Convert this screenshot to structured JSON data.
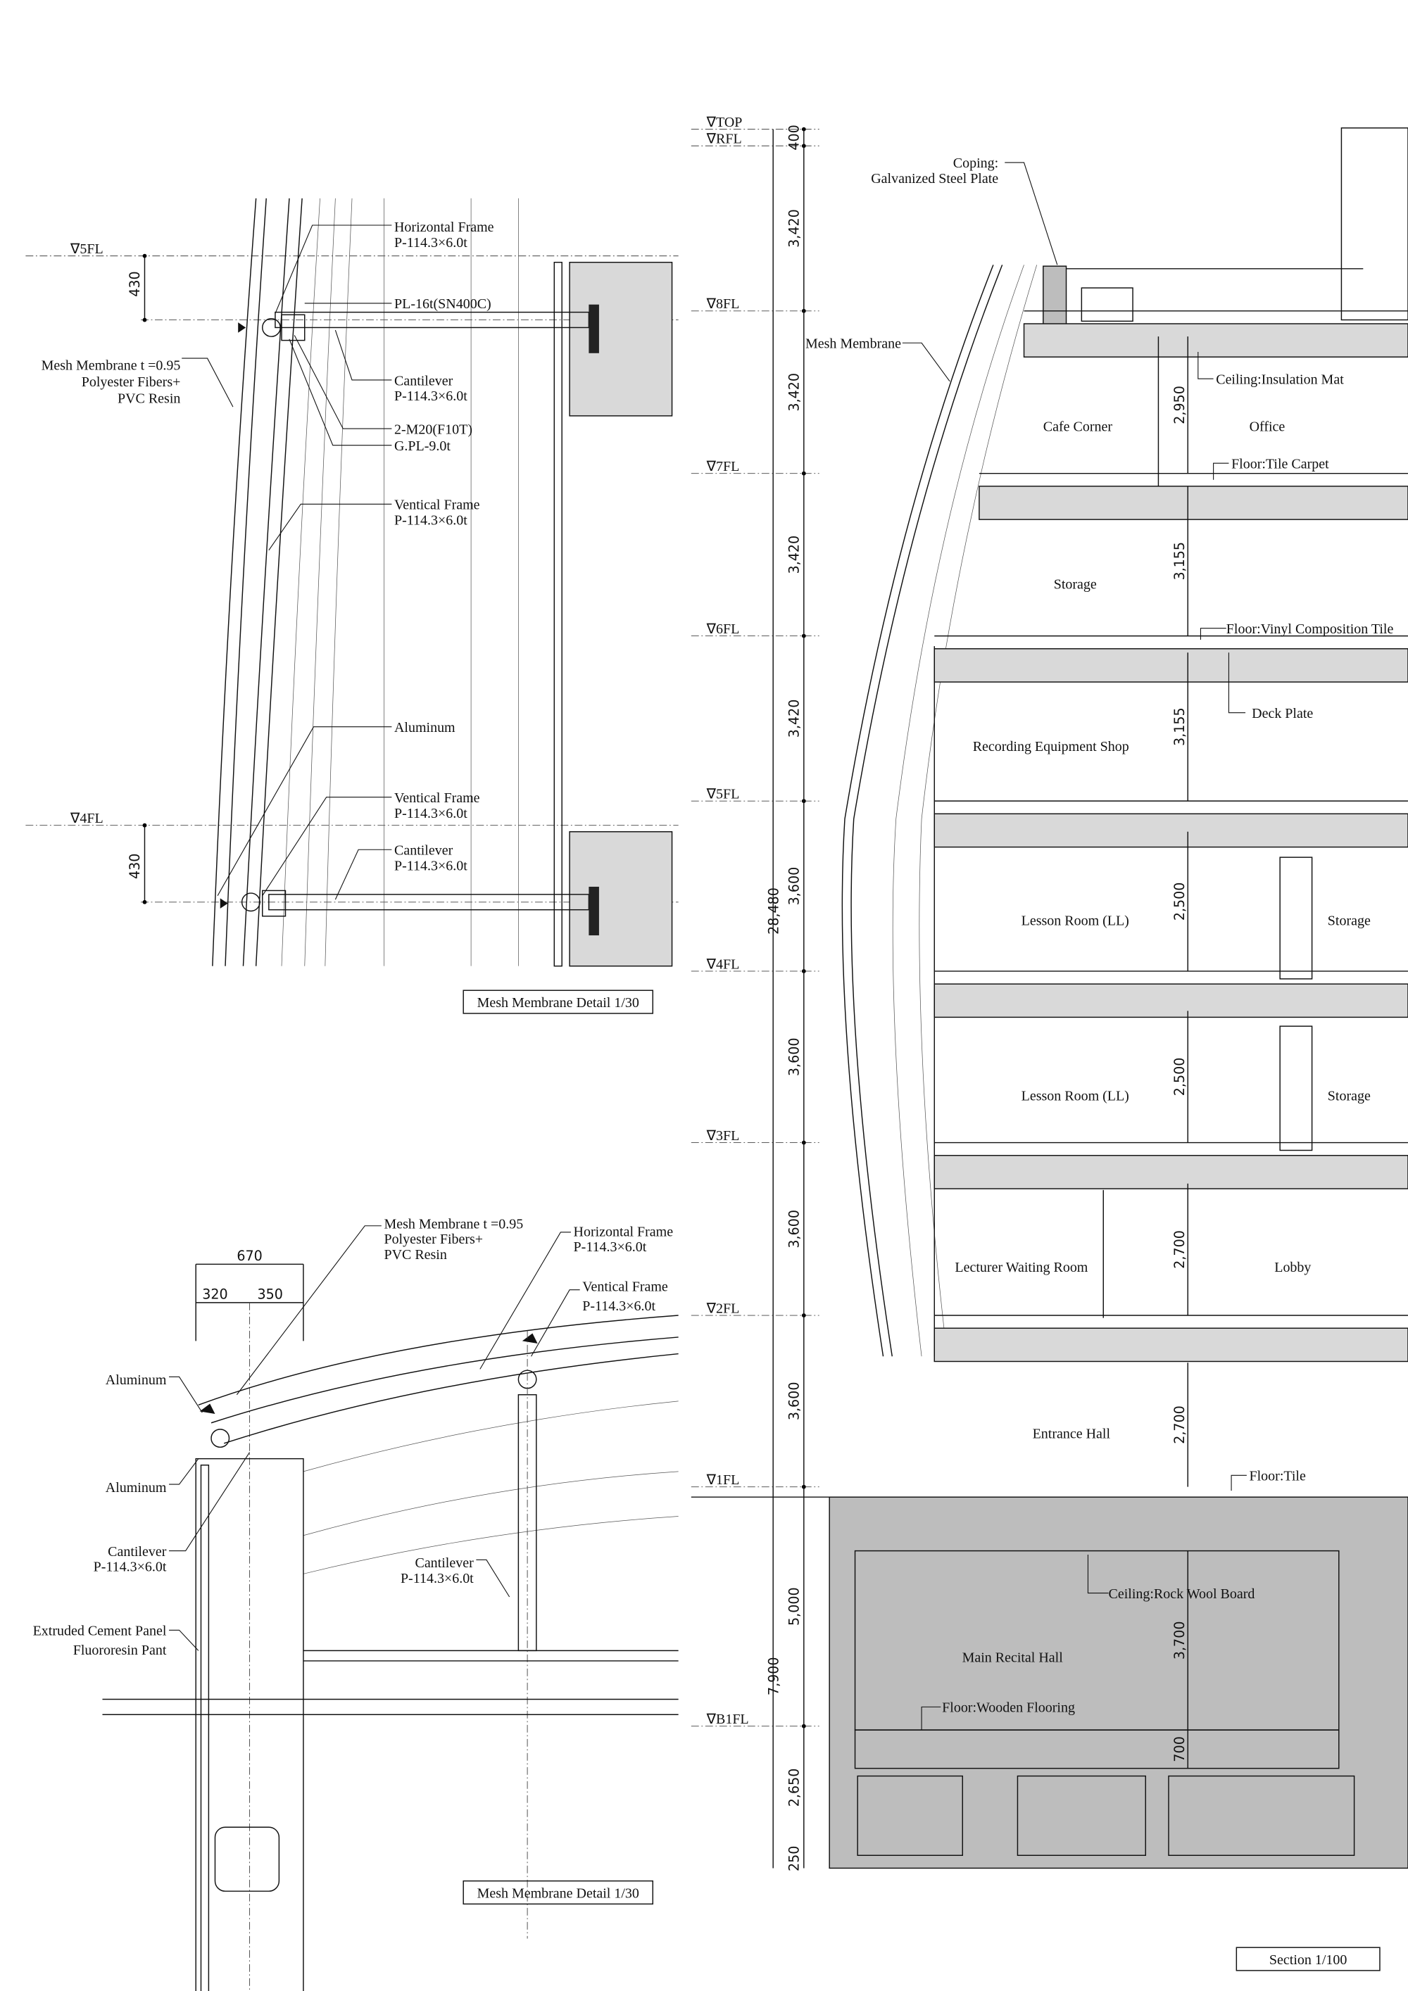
{
  "detail_upper": {
    "levels": [
      "∇5FL",
      "∇4FL"
    ],
    "dims": [
      "430",
      "430"
    ],
    "mesh_membrane": [
      "Mesh Membrane  t =0.95",
      "Polyester Fibers+",
      "PVC Resin"
    ],
    "labels": [
      [
        "Horizontal Frame",
        "P-114.3×6.0t"
      ],
      [
        "PL-16t(SN400C)"
      ],
      [
        "Cantilever",
        "P-114.3×6.0t"
      ],
      [
        "2-M20(F10T)"
      ],
      [
        "G.PL-9.0t"
      ],
      [
        "Ventical Frame",
        "P-114.3×6.0t"
      ],
      [
        "Aluminum"
      ],
      [
        "Ventical Frame",
        "P-114.3×6.0t"
      ],
      [
        "Cantilever",
        "P-114.3×6.0t"
      ]
    ],
    "title": "Mesh Membrane Detail 1/30"
  },
  "detail_lower": {
    "dims": [
      "670",
      "320",
      "350"
    ],
    "mesh_membrane": [
      "Mesh Membrane  t =0.95",
      "Polyester Fibers+",
      "PVC Resin"
    ],
    "horizontal_frame": [
      "Horizontal Frame",
      "P-114.3×6.0t"
    ],
    "vertical_frame": [
      "Ventical Frame",
      "P-114.3×6.0t"
    ],
    "aluminum_1": "Aluminum",
    "aluminum_2": "Aluminum",
    "cantilever_left": [
      "Cantilever",
      "P-114.3×6.0t"
    ],
    "cantilever_right": [
      "Cantilever",
      "P-114.3×6.0t"
    ],
    "panel": [
      "Extruded Cement Panel",
      "Fluororesin Pant"
    ],
    "title": "Mesh Membrane Detail 1/30"
  },
  "section": {
    "levels": [
      "∇TOP",
      "∇RFL",
      "∇8FL",
      "∇7FL",
      "∇6FL",
      "∇5FL",
      "∇4FL",
      "∇3FL",
      "∇2FL",
      "∇1FL",
      "∇B1FL"
    ],
    "floor_heights": [
      "400",
      "3,420",
      "3,420",
      "3,420",
      "3,420",
      "3,600",
      "3,600",
      "3,600",
      "3,600",
      "5,000",
      "2,650",
      "250"
    ],
    "total_heights": [
      "28,480",
      "7,900"
    ],
    "ceiling_heights": [
      "2,950",
      "3,155",
      "3,155",
      "2,500",
      "2,500",
      "2,700",
      "2,700",
      "3,700",
      "700"
    ],
    "rooms": [
      "Cafe Corner",
      "Office",
      "Storage",
      "Recording Equipment Shop",
      "Lesson Room (LL)",
      "Storage",
      "Lesson Room (LL)",
      "Storage",
      "Lecturer Waiting Room",
      "Lobby",
      "Entrance Hall",
      "Main Recital Hall"
    ],
    "notes": {
      "coping": [
        "Coping:",
        "Galvanized Steel Plate"
      ],
      "mesh": "Mesh Membrane",
      "ceiling_insulation": "Ceiling:Insulation Mat",
      "floor_carpet": "Floor:Tile Carpet",
      "floor_vinyl": "Floor:Vinyl Composition Tile",
      "deck": "Deck Plate",
      "floor_tile": "Floor:Tile",
      "ceiling_rockwool": "Ceiling:Rock Wool Board",
      "floor_wood": "Floor:Wooden Flooring"
    },
    "title": "Section   1/100"
  }
}
